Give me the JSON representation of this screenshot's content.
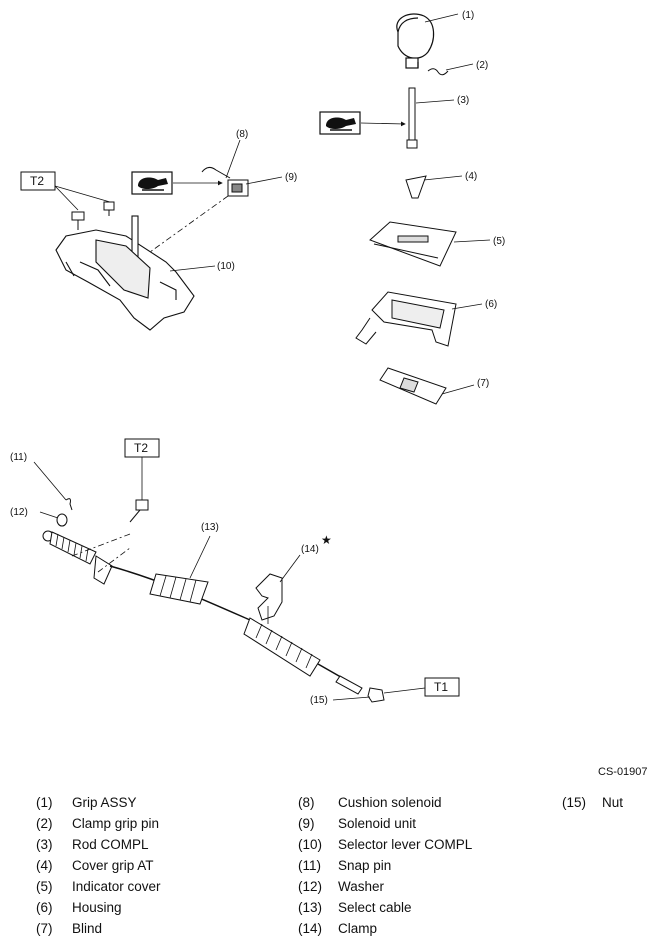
{
  "figure_id": "CS-01907",
  "torque_labels": {
    "t1": "T1",
    "t2_upper": "T2",
    "t2_lower": "T2"
  },
  "star_symbol": "★",
  "callouts": {
    "c1": "(1)",
    "c2": "(2)",
    "c3": "(3)",
    "c4": "(4)",
    "c5": "(5)",
    "c6": "(6)",
    "c7": "(7)",
    "c8": "(8)",
    "c9": "(9)",
    "c10": "(10)",
    "c11": "(11)",
    "c12": "(12)",
    "c13": "(13)",
    "c14": "(14)",
    "c15": "(15)"
  },
  "legend": {
    "col1": [
      {
        "num": "(1)",
        "name": "Grip ASSY"
      },
      {
        "num": "(2)",
        "name": "Clamp grip pin"
      },
      {
        "num": "(3)",
        "name": "Rod COMPL"
      },
      {
        "num": "(4)",
        "name": "Cover grip AT"
      },
      {
        "num": "(5)",
        "name": "Indicator cover"
      },
      {
        "num": "(6)",
        "name": "Housing"
      },
      {
        "num": "(7)",
        "name": "Blind"
      }
    ],
    "col2": [
      {
        "num": "(8)",
        "name": "Cushion solenoid"
      },
      {
        "num": "(9)",
        "name": "Solenoid unit"
      },
      {
        "num": "(10)",
        "name": "Selector lever COMPL"
      },
      {
        "num": "(11)",
        "name": "Snap pin"
      },
      {
        "num": "(12)",
        "name": "Washer"
      },
      {
        "num": "(13)",
        "name": "Select cable"
      },
      {
        "num": "(14)",
        "name": "Clamp"
      }
    ],
    "col3": [
      {
        "num": "(15)",
        "name": "Nut"
      }
    ]
  }
}
